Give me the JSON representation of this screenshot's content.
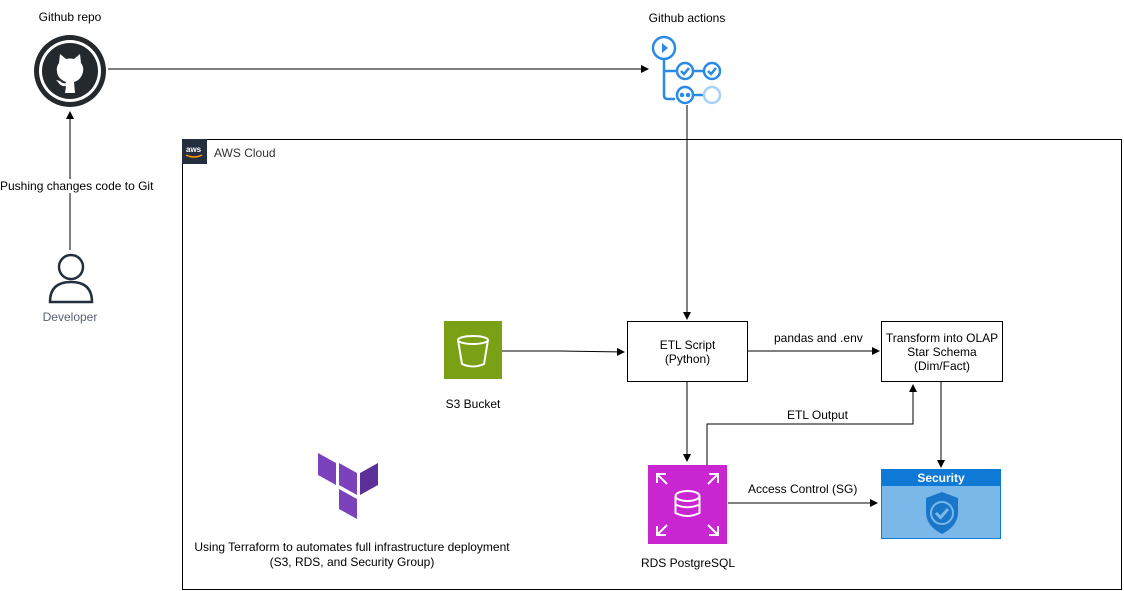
{
  "github_repo": {
    "label": "Github repo"
  },
  "github_actions": {
    "label": "Github actions"
  },
  "developer": {
    "label": "Developer"
  },
  "push_edge": {
    "label": "Pushing changes code to Git"
  },
  "aws": {
    "label": "AWS Cloud"
  },
  "s3": {
    "label": "S3 Bucket",
    "color": "#7aa116"
  },
  "etl": {
    "line1": "ETL Script",
    "line2": "(Python)"
  },
  "transform": {
    "line1": "Transform into OLAP",
    "line2": "Star Schema",
    "line3": "(Dim/Fact)"
  },
  "edge_pandas": {
    "label": "pandas and .env"
  },
  "edge_etl_output": {
    "label": "ETL Output"
  },
  "edge_access": {
    "label": "Access Control (SG)"
  },
  "rds": {
    "label": "RDS PostgreSQL",
    "color": "#c925d1"
  },
  "security": {
    "label": "Security",
    "color": "#0f7ad6"
  },
  "terraform": {
    "line1": "Using Terraform to automates full infrastructure deployment",
    "line2": "(S3, RDS, and Security Group)",
    "color": "#7b42bc"
  },
  "icons": [
    "github-icon",
    "github-actions-icon",
    "user-icon",
    "aws-icon",
    "s3-bucket-icon",
    "rds-icon",
    "shield-icon",
    "terraform-icon"
  ]
}
